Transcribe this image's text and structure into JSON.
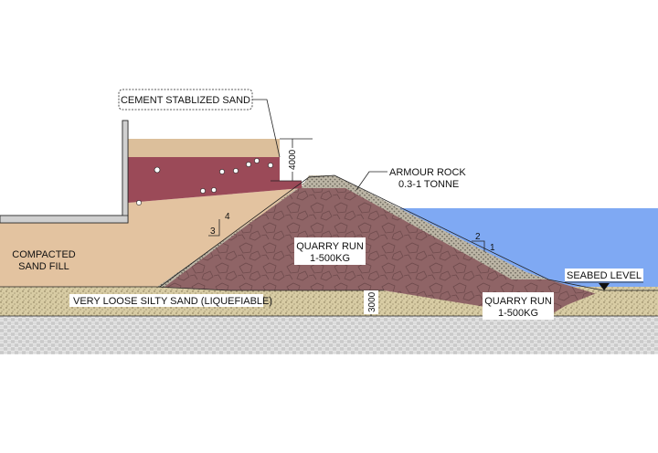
{
  "labels": {
    "cement_stabilized_sand": "CEMENT STABLIZED SAND",
    "armour_rock_line1": "ARMOUR ROCK",
    "armour_rock_line2": "0.3-1 TONNE",
    "compacted_sand_line1": "COMPACTED",
    "compacted_sand_line2": "SAND FILL",
    "quarry_run_core_line1": "QUARRY RUN",
    "quarry_run_core_line2": "1-500KG",
    "quarry_run_toe_line1": "QUARRY RUN",
    "quarry_run_toe_line2": "1-500KG",
    "seabed_level": "SEABED LEVEL",
    "loose_silty_sand": "VERY LOOSE SILTY SAND (LIQUEFIABLE)"
  },
  "dimensions": {
    "top_height": "4000",
    "layer_depth": "3000"
  },
  "slopes": {
    "land_side_v": "3",
    "land_side_h": "4",
    "sea_side_v": "2",
    "sea_side_h": "1"
  },
  "colors": {
    "sand_fill": "#e3c3a0",
    "cement_sand_top": "#dcbf9b",
    "cement_sand_red": "#9b4a58",
    "quarry_run": "#8f6466",
    "armour_rock": "#bdb6a6",
    "water": "#7fa9f3",
    "loose_sand": "#d8cca4",
    "bedrock": "#e6e6e6"
  }
}
